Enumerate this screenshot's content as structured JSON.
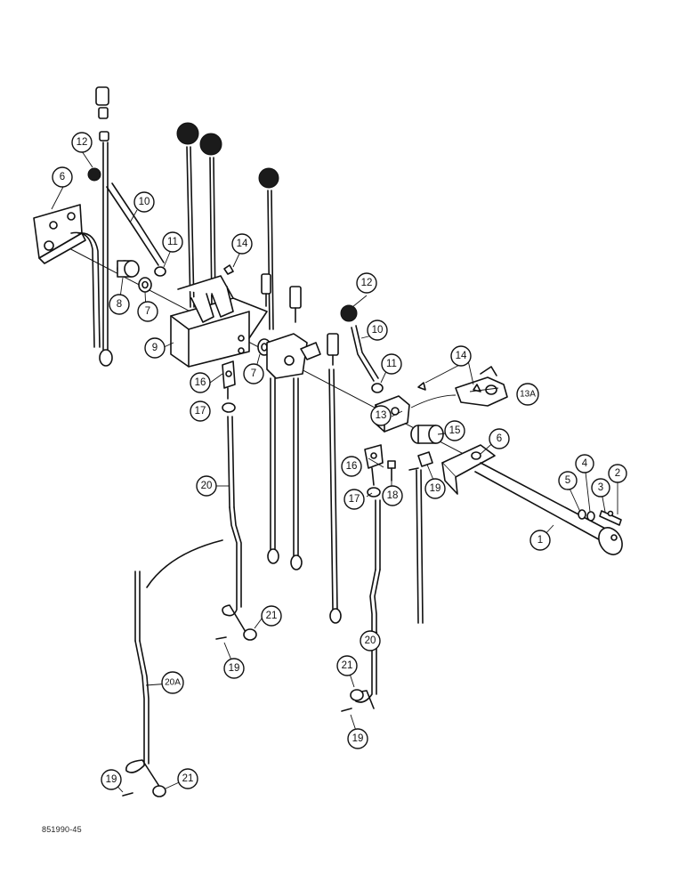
{
  "figure": {
    "code": "851990-45"
  },
  "callouts": {
    "c1": "1",
    "c2": "2",
    "c3": "3",
    "c4": "4",
    "c5": "5",
    "c6a": "6",
    "c6b": "6",
    "c7a": "7",
    "c7b": "7",
    "c8": "8",
    "c9": "9",
    "c10a": "10",
    "c10b": "10",
    "c11a": "11",
    "c11b": "11",
    "c12a": "12",
    "c12b": "12",
    "c13": "13",
    "c13a": "13A",
    "c14a": "14",
    "c14b": "14",
    "c15": "15",
    "c16a": "16",
    "c16b": "16",
    "c17a": "17",
    "c17b": "17",
    "c18": "18",
    "c19a": "19",
    "c19b": "19",
    "c19c": "19",
    "c19d": "19",
    "c20a": "20",
    "c20b": "20",
    "c20c": "20A",
    "c21a": "21",
    "c21b": "21",
    "c21c": "21"
  }
}
